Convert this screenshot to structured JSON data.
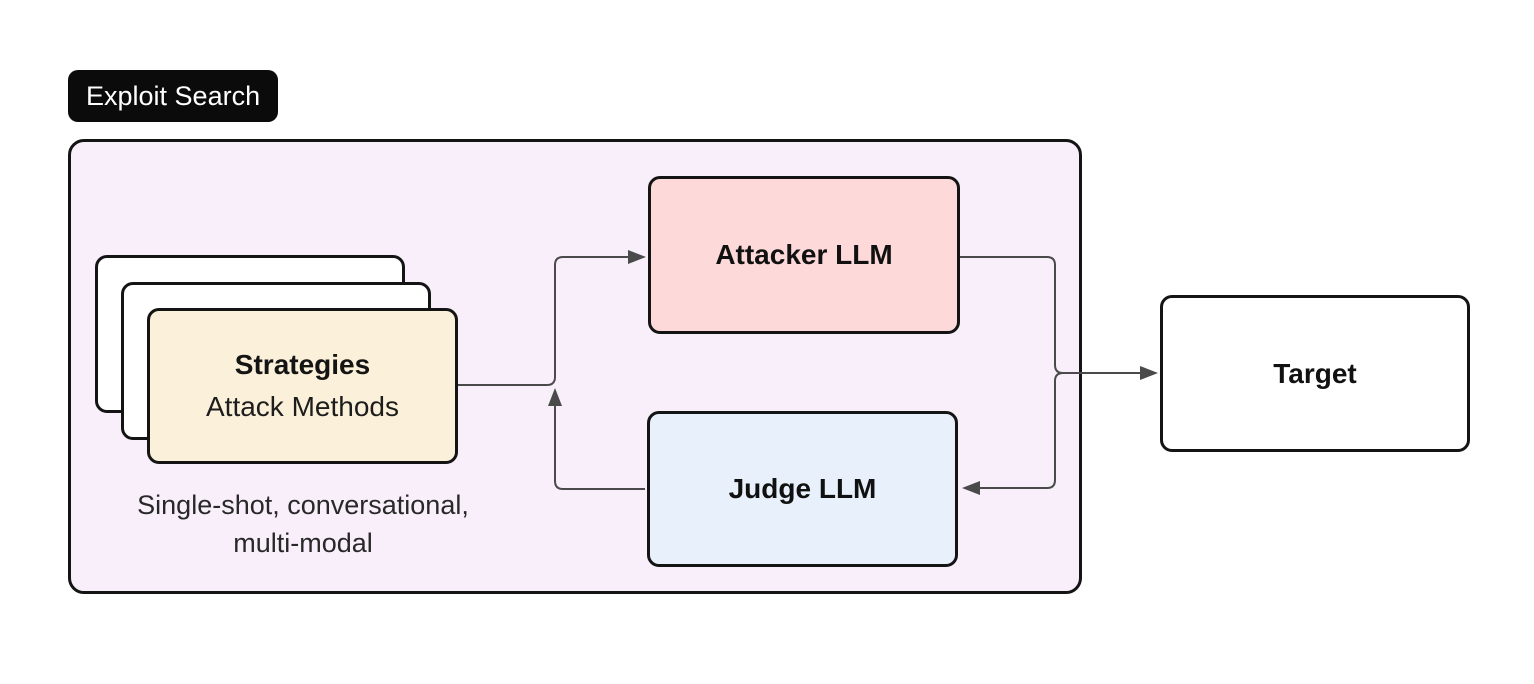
{
  "title_badge": {
    "label": "Exploit Search"
  },
  "strategies_card": {
    "title": "Strategies",
    "subtitle": "Attack Methods"
  },
  "caption": {
    "line1": "Single-shot, conversational,",
    "line2": "multi-modal"
  },
  "nodes": {
    "attacker": {
      "label": "Attacker LLM"
    },
    "judge": {
      "label": "Judge LLM"
    },
    "target": {
      "label": "Target"
    }
  },
  "arrows": [
    {
      "name": "strategies-to-attacker",
      "from": "strategies",
      "to": "attacker"
    },
    {
      "name": "judge-feedback-to-attacker-loop",
      "from": "judge",
      "to": "attacker-input-junction"
    },
    {
      "name": "attacker-to-judge",
      "from": "attacker",
      "to": "judge"
    },
    {
      "name": "attacker-output-to-target",
      "from": "attacker-output-junction",
      "to": "target"
    }
  ],
  "colors": {
    "page_background": "#ffffff",
    "badge_background": "#0b0b0b",
    "badge_text": "#ffffff",
    "container_fill": "#f9effb",
    "border": "#141414",
    "strategies_card_fill": "#fbf0d9",
    "stacked_card_fill": "#ffffff",
    "attacker_fill": "#fdd9d9",
    "judge_fill": "#e8f0fb",
    "target_fill": "#ffffff",
    "arrow": "#4a4a4a",
    "text": "#141414"
  }
}
